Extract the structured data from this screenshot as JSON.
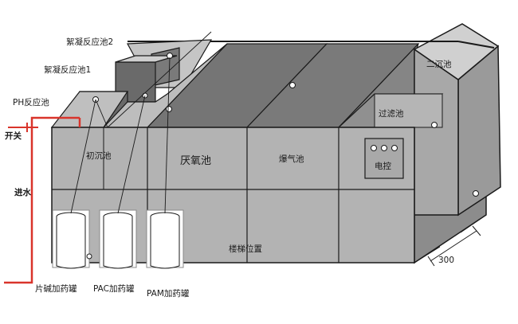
{
  "labels": {
    "floc_tank_2": "絮凝反应池2",
    "floc_tank_1": "絮凝反应池1",
    "ph_tank": "PH反应池",
    "switch": "开关",
    "inlet": "进水",
    "primary_settling": "初沉池",
    "anoxic_tank": "厌氧池",
    "aeration_tank": "爆气池",
    "secondary_settling": "二沉池",
    "filter_tank": "过滤池",
    "control": "电控",
    "stair_position": "楼梯位置",
    "dimension": "300",
    "drum_alkali": "片碱加药罐",
    "drum_pac": "PAC加药罐",
    "drum_pam": "PAM加药罐"
  },
  "colors": {
    "tank_front": "#b3b3b3",
    "tank_side": "#8a8a8a",
    "interior_dark": "#6f6f6f",
    "interior_light": "#bdbdbd",
    "pipe_red": "#d9342b",
    "outline": "#1a1a1a"
  }
}
